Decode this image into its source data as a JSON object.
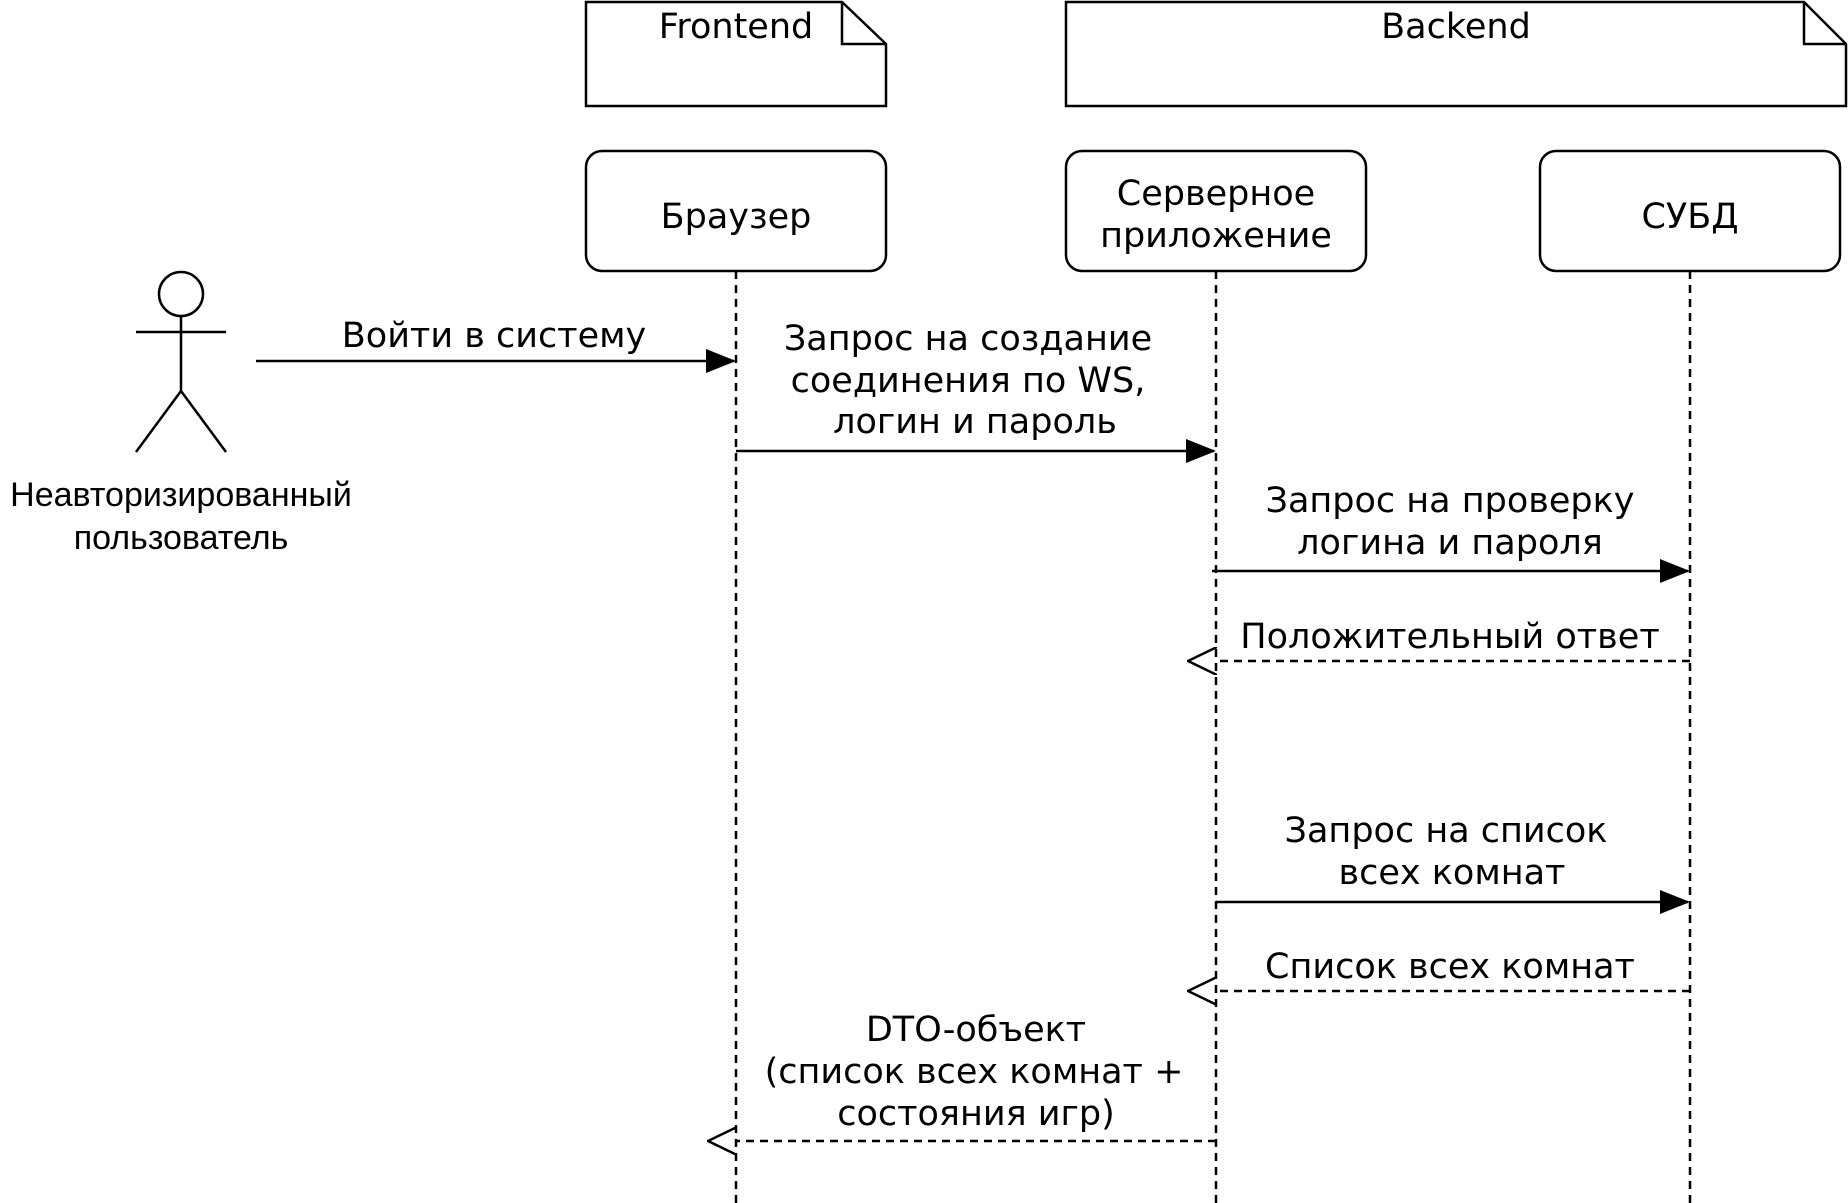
{
  "groups": {
    "frontend": "Frontend",
    "backend": "Backend"
  },
  "actor": {
    "name_line1": "Неавторизированный",
    "name_line2": "пользователь"
  },
  "participants": {
    "browser": "Браузер",
    "server_line1": "Серверное",
    "server_line2": "приложение",
    "dbms": "СУБД"
  },
  "messages": {
    "login": "Войти в систему",
    "ws_request": [
      "Запрос на создание",
      "соединения по WS,",
      "логин и пароль"
    ],
    "check_request": [
      "Запрос на проверку",
      "логина и пароля"
    ],
    "positive_reply": "Положительный ответ",
    "rooms_request": [
      "Запрос на список",
      "всех комнат"
    ],
    "rooms_list": "Список всех комнат",
    "dto_object": [
      "DTO-объект",
      "(список всех комнат +",
      "состояния игр)"
    ]
  }
}
